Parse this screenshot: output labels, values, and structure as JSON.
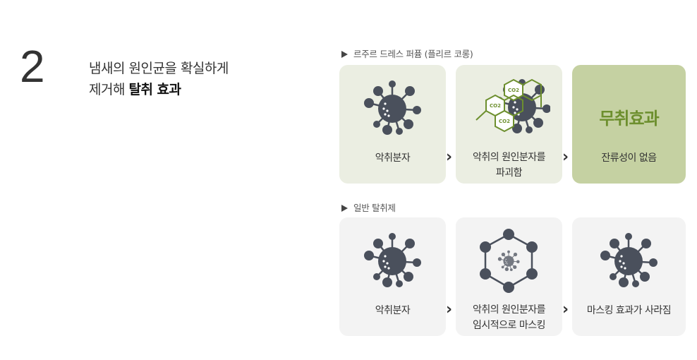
{
  "step_number": "2",
  "heading": {
    "line1": "냄새의 원인균을 확실하게",
    "line2_prefix": "제거해 ",
    "line2_bold": "탈취 효과"
  },
  "section1": {
    "title": "르주르 드레스 퍼퓸 (플리르 코롱)",
    "cards": [
      {
        "label": "악취분자"
      },
      {
        "label1": "악취의 원인분자를",
        "label2": "파괴함",
        "molecule_label": "CO2"
      },
      {
        "big": "무취효과",
        "label": "잔류성이 없음"
      }
    ]
  },
  "section2": {
    "title": "일반 탈취제",
    "cards": [
      {
        "label": "악취분자"
      },
      {
        "label1": "악취의 원인분자를",
        "label2": "임시적으로 마스킹"
      },
      {
        "label": "마스킹 효과가 사라짐"
      }
    ]
  },
  "arrow": "›",
  "colors": {
    "virus": "#4a505c",
    "green": "#6d8f2e",
    "card_green": "#ebeee2",
    "card_dark_green": "#c5d1a2",
    "card_gray": "#f3f3f3"
  }
}
